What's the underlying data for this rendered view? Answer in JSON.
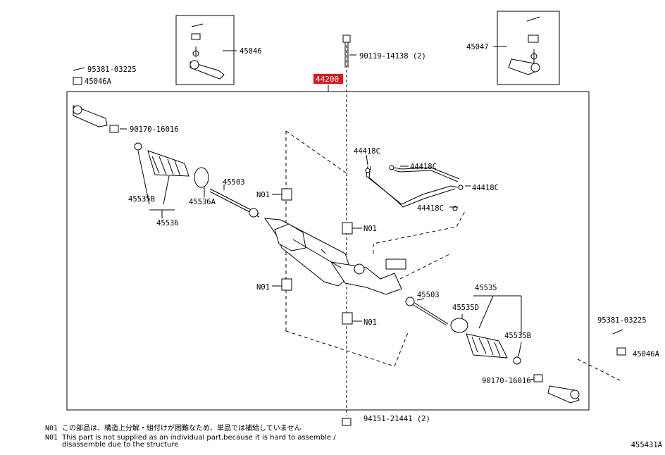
{
  "assembly": {
    "number": "44200",
    "highlight_color": "#e0161d"
  },
  "labels": {
    "p45046": "45046",
    "p45047": "45047",
    "p9011914138": "90119-14138 (2)",
    "p9538103225_l": "95381-03225",
    "p45046a_l": "45046A",
    "p9017016016_l": "90170-16016",
    "p45535b_l": "45535B",
    "p45536a": "45536A",
    "p45536": "45536",
    "p45503_l": "45503",
    "n01_a": "N01",
    "n01_b": "N01",
    "n01_c": "N01",
    "n01_d": "N01",
    "p44418c_1": "44418C",
    "p44418c_2": "44418C",
    "p44418c_3": "44418C",
    "p44418c_4": "44418C",
    "p45503_r": "45503",
    "p45535": "45535",
    "p45535d": "45535D",
    "p45535b_r": "45535B",
    "p9538103225_r": "95381-03225",
    "p45046a_r": "45046A",
    "p9017016016_r": "90170-16016",
    "p9415121441": "94151-21441 (2)"
  },
  "notes": {
    "line1_code": "N01",
    "line1_text": "この部品は、構造上分解・組付けが困難なため、単品では補給していません",
    "line2_code": "N01",
    "line2_text": "This part is not supplied as an individual part,because it is hard to assemble /",
    "line3_text": "disassemble due to the structure"
  },
  "figure_number": "455431A"
}
